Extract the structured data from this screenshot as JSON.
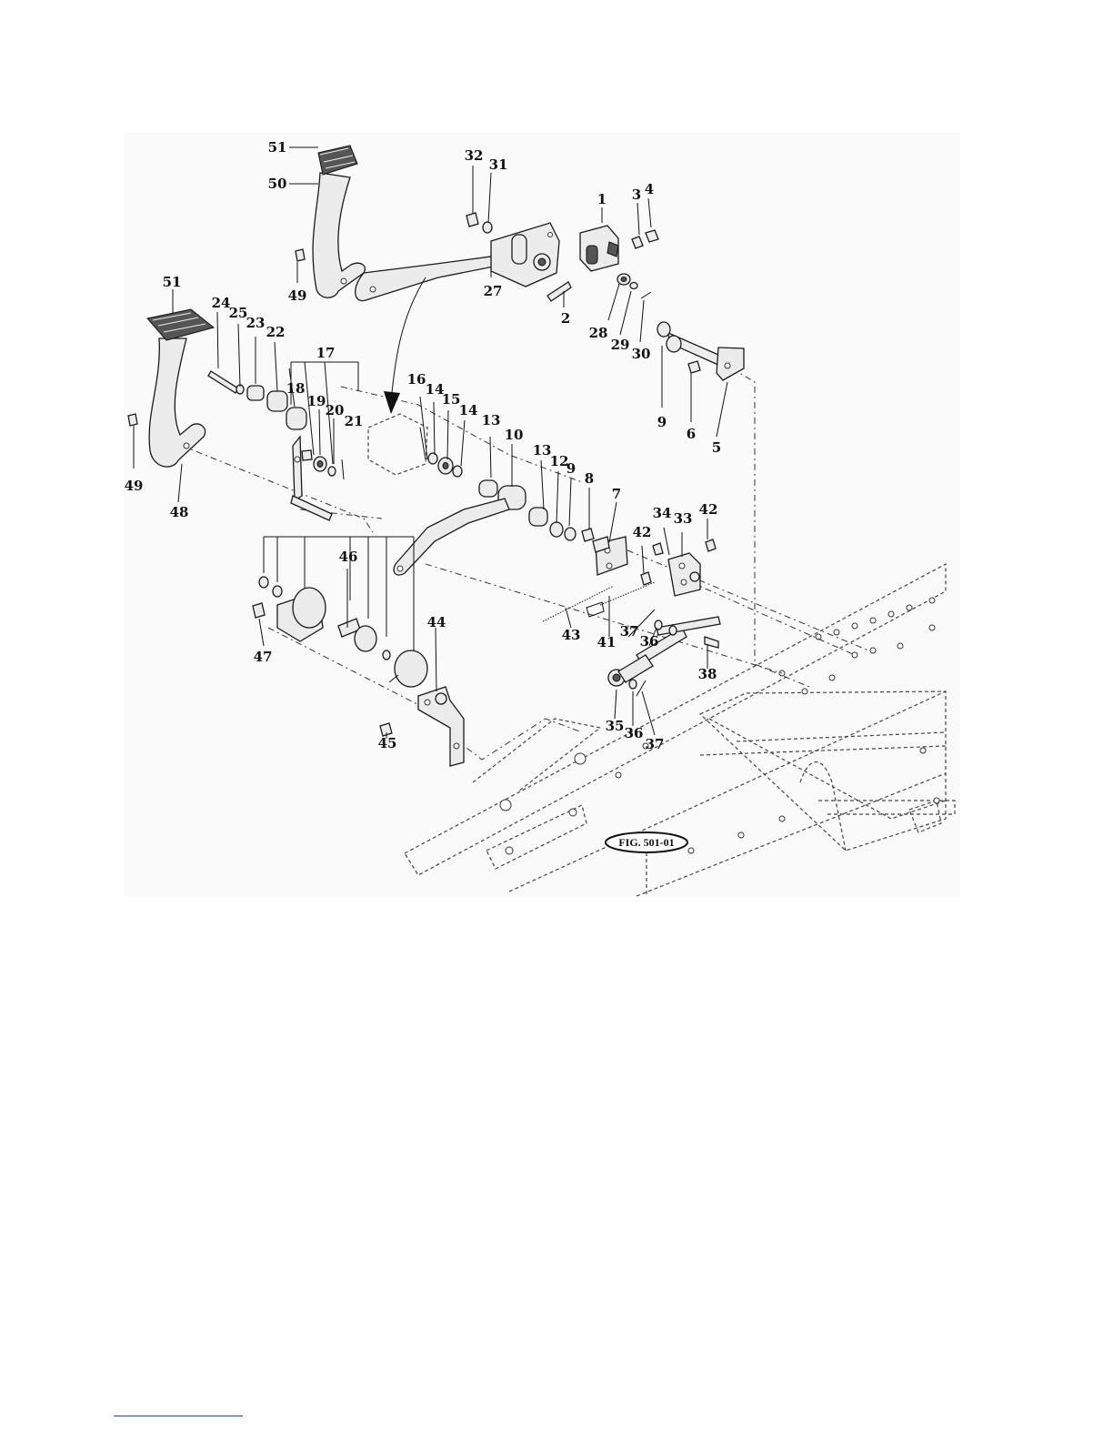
{
  "figure_ref": "FIG. 501-01",
  "callouts": {
    "c1": "1",
    "c2": "2",
    "c3": "3",
    "c4": "4",
    "c5": "5",
    "c6": "6",
    "c7": "7",
    "c8": "8",
    "c9a": "9",
    "c9b": "9",
    "c10": "10",
    "c12": "12",
    "c13a": "13",
    "c13b": "13",
    "c14a": "14",
    "c14b": "14",
    "c15": "15",
    "c16": "16",
    "c17": "17",
    "c18": "18",
    "c19": "19",
    "c20": "20",
    "c21": "21",
    "c22": "22",
    "c23": "23",
    "c24": "24",
    "c25": "25",
    "c27": "27",
    "c28": "28",
    "c29": "29",
    "c30": "30",
    "c31": "31",
    "c32": "32",
    "c33": "33",
    "c34": "34",
    "c35": "35",
    "c36a": "36",
    "c36b": "36",
    "c37a": "37",
    "c37b": "37",
    "c38": "38",
    "c41": "41",
    "c42a": "42",
    "c42b": "42",
    "c43": "43",
    "c44": "44",
    "c45": "45",
    "c46": "46",
    "c47": "47",
    "c48": "48",
    "c49a": "49",
    "c49b": "49",
    "c50": "50",
    "c51a": "51",
    "c51b": "51"
  }
}
